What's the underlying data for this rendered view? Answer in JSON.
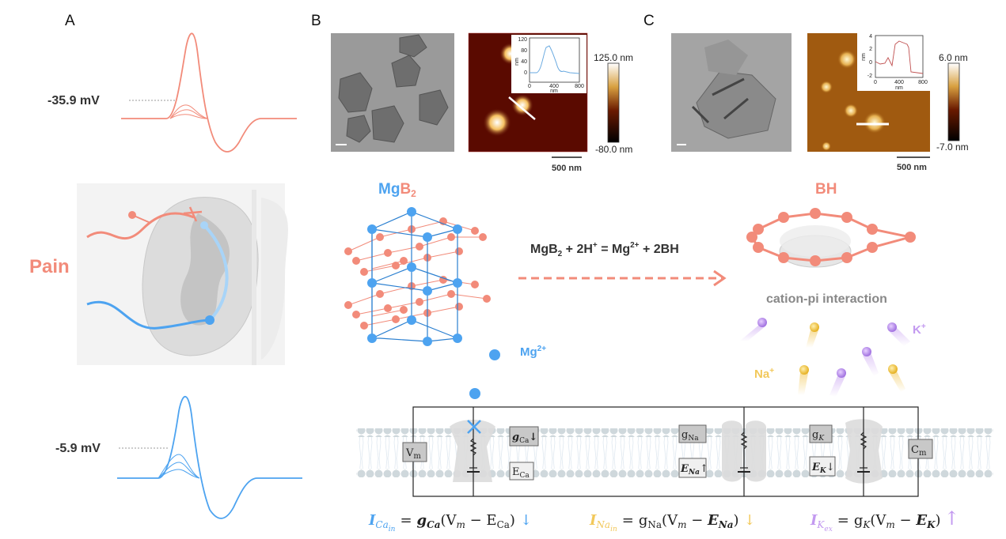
{
  "panels": {
    "a": "A",
    "b": "B",
    "c": "C"
  },
  "panel_a": {
    "pain_voltage": "-35.9 mV",
    "normal_voltage": "-5.9 mV",
    "pain_label": "Pain",
    "colors": {
      "pain": "#f28b7a",
      "normal": "#4da3f0"
    }
  },
  "panel_b": {
    "material": {
      "main": "Mg",
      "sub_elem": "B",
      "sub": "2"
    },
    "afm_colorbar": {
      "max": "125.0 nm",
      "min": "-80.0 nm"
    },
    "scale_bar": "500 nm",
    "inset": {
      "yticks": [
        "120",
        "80",
        "40",
        "0"
      ],
      "xticks": [
        "0",
        "400",
        "800"
      ],
      "xlabel": "nm",
      "ylabel": "nm"
    }
  },
  "panel_c": {
    "material": "BH",
    "afm_colorbar": {
      "max": "6.0 nm",
      "min": "-7.0 nm"
    },
    "scale_bar": "500 nm",
    "inset": {
      "yticks": [
        "4",
        "2",
        "0",
        "-2"
      ],
      "xticks": [
        "0",
        "400",
        "800"
      ],
      "xlabel": "nm",
      "ylabel": "nm"
    }
  },
  "reaction": {
    "p1": "MgB",
    "s1": "2",
    "p2": " + 2H",
    "s2": "+",
    "p3": " = Mg",
    "s3": "2+",
    "p4": " + 2BH"
  },
  "interaction": "cation-pi interaction",
  "ions": {
    "mg": "Mg",
    "mg_charge": "2+",
    "na": "Na",
    "na_charge": "+",
    "k": "K",
    "k_charge": "+"
  },
  "circuit": {
    "vm": "V",
    "vm_sub": "m",
    "gca": "g",
    "gca_sub": "Ca",
    "eca": "E",
    "eca_sub": "Ca",
    "gna": "g",
    "gna_sub": "Na",
    "ena": "E",
    "ena_sub": "Na",
    "gk": "g",
    "gk_sub": "K",
    "ek": "E",
    "ek_sub": "K",
    "cm": "C",
    "cm_sub": "m",
    "arrow_down": "↓",
    "arrow_up": "↑"
  },
  "equations": {
    "ca": {
      "lhs": "I",
      "lhs_sub": "Ca",
      "lhs_subsub": "in",
      "g": "g",
      "g_sub": "Ca",
      "body1": "(V",
      "vm_sub": "m",
      "body2": " − E",
      "e_sub": "Ca",
      "close": ")",
      "arrow": "↓",
      "color": "#4da3f0"
    },
    "na": {
      "lhs": "I",
      "lhs_sub": "Na",
      "lhs_subsub": "in",
      "g": "g",
      "g_sub": "Na",
      "body1": "(V",
      "vm_sub": "m",
      "body2": " − ",
      "e": "E",
      "e_sub": "Na",
      "close": ")",
      "arrow": "↓",
      "color": "#f2c85a"
    },
    "k": {
      "lhs": "I",
      "lhs_sub": "K",
      "lhs_subsub": "ex",
      "g": "g",
      "g_sub": "K",
      "body1": "(V",
      "vm_sub": "m",
      "body2": " − ",
      "e": "E",
      "e_sub": "K",
      "close": ")",
      "arrow": "↑",
      "color": "#c39af0"
    },
    "equals": "="
  }
}
